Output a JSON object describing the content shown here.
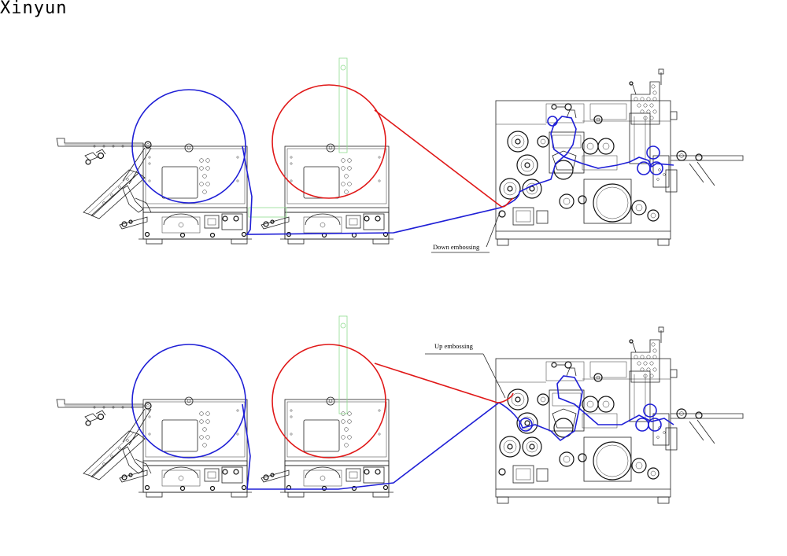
{
  "brand": {
    "name": "Xinyun"
  },
  "labels": {
    "down": "Down embossing",
    "up": "Up embossing"
  },
  "colors": {
    "web_blue": "#1f1fd6",
    "web_red": "#e01818",
    "guide_green": "#8fdc8f",
    "machine_line": "#222222"
  }
}
